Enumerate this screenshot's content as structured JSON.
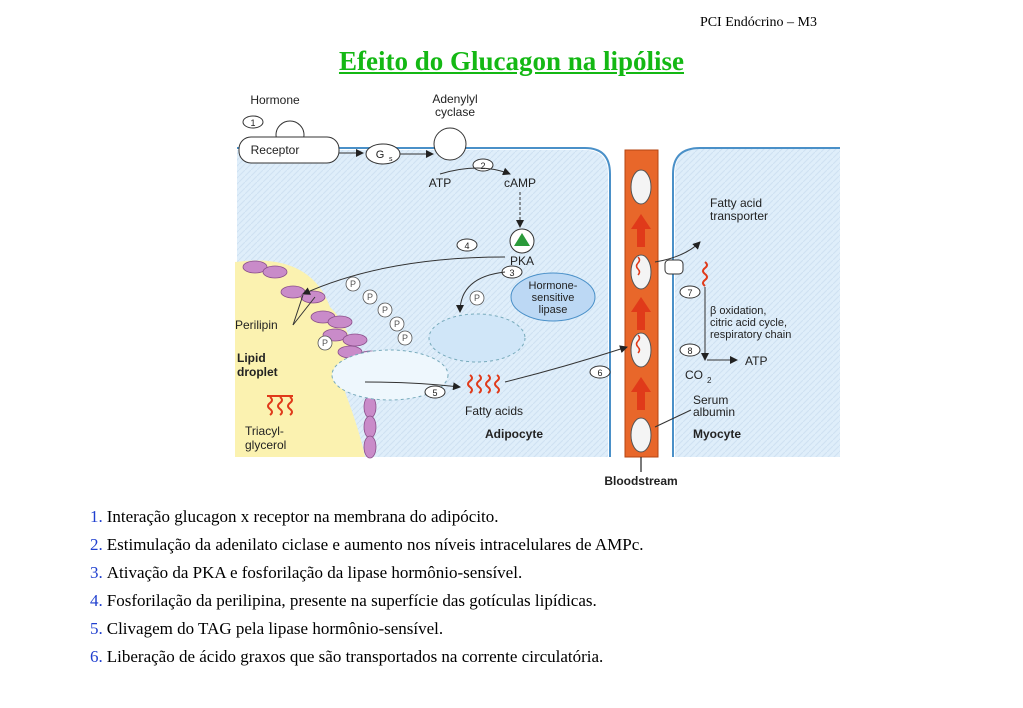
{
  "header": "PCI Endócrino – M3",
  "title": "Efeito do Glucagon na lipólise",
  "figure": {
    "hormone": "Hormone",
    "adenylyl_1": "Adenylyl",
    "adenylyl_2": "cyclase",
    "receptor": "Receptor",
    "gs": "G",
    "gs_sub": "s",
    "atp": "ATP",
    "camp": "cAMP",
    "pka": "PKA",
    "hsl_1": "Hormone-",
    "hsl_2": "sensitive",
    "hsl_3": "lipase",
    "perilipin": "Perilipin",
    "lipid_1": "Lipid",
    "lipid_2": "droplet",
    "triacyl_1": "Triacyl-",
    "triacyl_2": "glycerol",
    "fatty_acids": "Fatty acids",
    "adipocyte": "Adipocyte",
    "transporter_1": "Fatty acid",
    "transporter_2": "transporter",
    "beta_1": "β oxidation,",
    "beta_2": "citric acid cycle,",
    "beta_3": "respiratory chain",
    "atp_out": "ATP",
    "co2": "CO",
    "co2_sub": "2",
    "serum_1": "Serum",
    "serum_2": "albumin",
    "myocyte": "Myocyte",
    "bloodstream": "Bloodstream",
    "p": "P",
    "steps": [
      "1",
      "2",
      "3",
      "4",
      "5",
      "6",
      "7",
      "8"
    ]
  },
  "colors": {
    "title": "#14b814",
    "number": "#1f3fcf",
    "cytoplasm": "#dfeefa",
    "lipid": "#fbf2b0",
    "blood": "#e8672a",
    "arrow_red": "#e03a1a",
    "perilipin": "#c98bc9",
    "pka": "#2a9a3a"
  },
  "captions": [
    {
      "num": "1.",
      "text": "Interação glucagon x receptor na membrana do adipócito."
    },
    {
      "num": "2.",
      "text": "Estimulação da adenilato ciclase e aumento nos níveis intracelulares de AMPc."
    },
    {
      "num": "3.",
      "text": "Ativação da PKA e fosforilação da lipase hormônio-sensível."
    },
    {
      "num": "4.",
      "text": "Fosforilação da perilipina, presente na superfície das gotículas lipídicas."
    },
    {
      "num": "5.",
      "text": "Clivagem do TAG pela lipase hormônio-sensível."
    },
    {
      "num": "6.",
      "text": "Liberação de ácido graxos que são transportados na corrente circulatória."
    }
  ]
}
